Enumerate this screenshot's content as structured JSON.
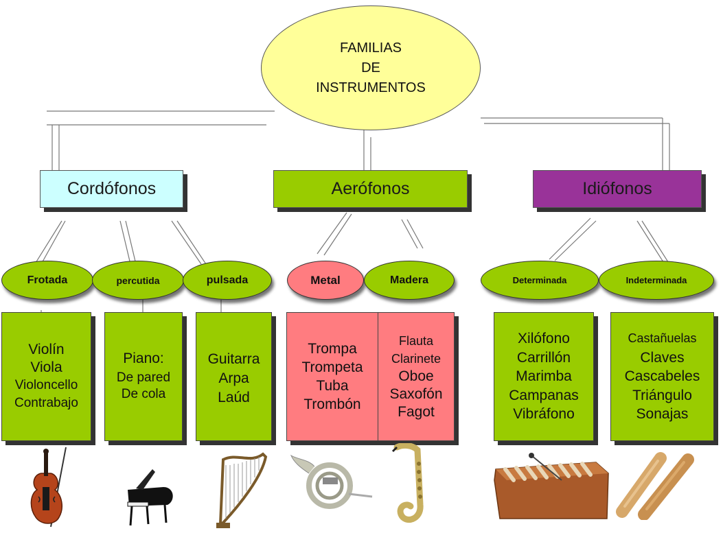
{
  "root": {
    "lines": [
      "FAMILIAS",
      "DE",
      "INSTRUMENTOS"
    ]
  },
  "categories": {
    "cordofonos": {
      "label": "Cordófonos",
      "color": "#ccffff"
    },
    "aerofonos": {
      "label": "Aerófonos",
      "color": "#99cc00"
    },
    "idiofonos": {
      "label": "Idiófonos",
      "color": "#993399"
    }
  },
  "subtypes": {
    "frotada": "Frotada",
    "percutida": "percutida",
    "pulsada": "pulsada",
    "metal": "Metal",
    "madera": "Madera",
    "determinada": "Determinada",
    "indeterminada": "Indeterminada"
  },
  "instruments": {
    "frotada": [
      "Violín",
      "Viola",
      "Violoncello",
      "Contrabajo"
    ],
    "percutida": [
      "Piano:",
      "De pared",
      "De cola"
    ],
    "pulsada": [
      "Guitarra",
      "Arpa",
      "Laúd"
    ],
    "metal": [
      "Trompa",
      "Trompeta",
      "Tuba",
      "Trombón"
    ],
    "madera": [
      "Flauta",
      "Clarinete",
      "Oboe",
      "Saxofón",
      "Fagot"
    ],
    "determinada": [
      "Xilófono",
      "Carrillón",
      "Marimba",
      "Campanas",
      "Vibráfono"
    ],
    "indeterminada": [
      "Castañuelas",
      "Claves",
      "Cascabeles",
      "Triángulo",
      "Sonajas"
    ]
  },
  "colors": {
    "green": "#99cc00",
    "metal": "#ff7c80",
    "root": "#ffff99"
  },
  "pictures": [
    "violin-icon",
    "grand-piano-icon",
    "harp-icon",
    "french-horn-icon",
    "saxophone-icon",
    "xylophone-icon",
    "claves-icon"
  ]
}
